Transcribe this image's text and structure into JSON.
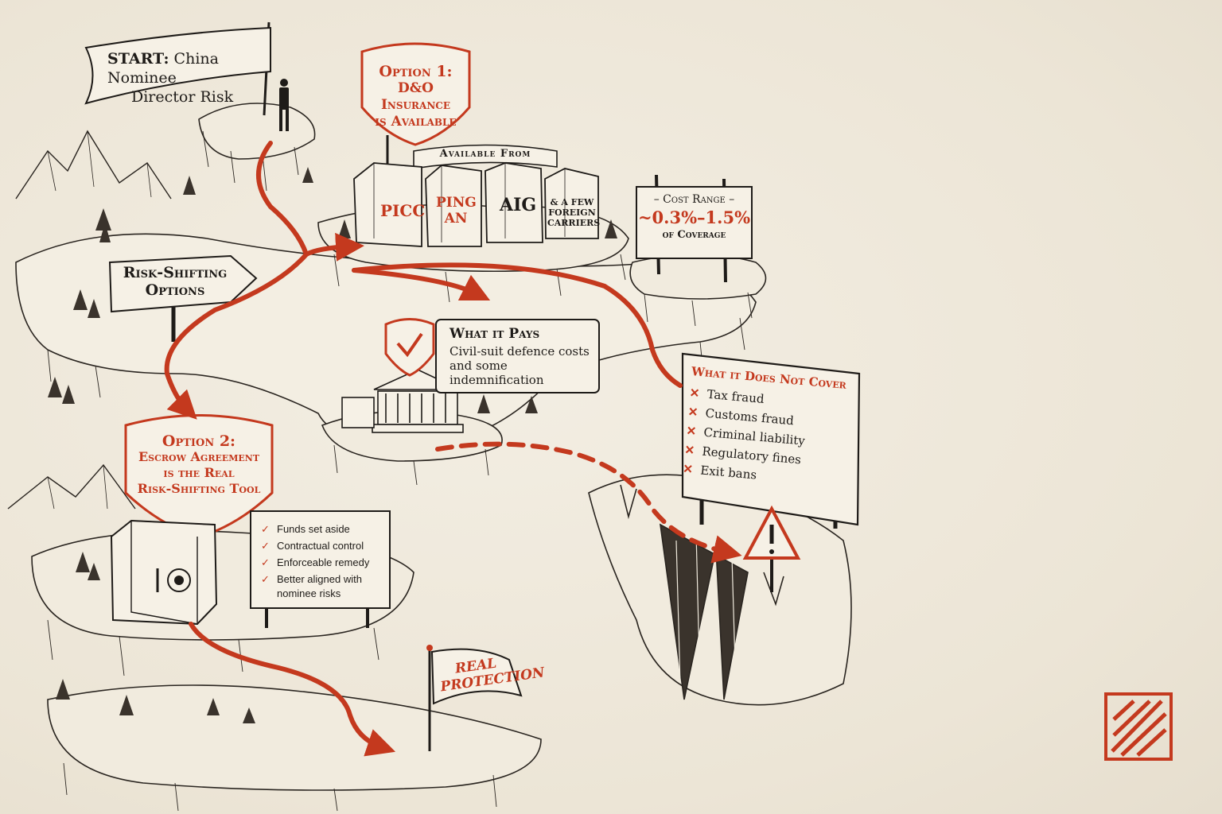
{
  "start": {
    "prefix": "START:",
    "line1": "China Nominee",
    "line2": "Director Risk"
  },
  "signpost": {
    "line1": "Risk-Shifting",
    "line2": "Options"
  },
  "option1": {
    "line1": "Option 1:",
    "line2": "D&O Insurance",
    "line3": "is Available"
  },
  "available_from": "Available From",
  "carriers": [
    "PICC",
    "Ping",
    "An",
    "AIG",
    "& a Few",
    "Foreign",
    "Carriers"
  ],
  "cost": {
    "title": "Cost Range",
    "value": "~0.3%–1.5%",
    "note": "of Coverage"
  },
  "pays": {
    "title": "What it Pays",
    "line1": "Civil-suit defence costs",
    "line2": "and some indemnification"
  },
  "not_cover": {
    "title": "What it Does Not Cover",
    "items": [
      "Tax fraud",
      "Customs fraud",
      "Criminal liability",
      "Regulatory fines",
      "Exit bans"
    ]
  },
  "option2": {
    "line1": "Option 2:",
    "line2": "Escrow Agreement",
    "line3": "is the Real",
    "line4": "Risk-Shifting Tool"
  },
  "escrow_benefits": [
    "Funds set aside",
    "Contractual control",
    "Enforceable remedy",
    "Better aligned with",
    "nominee risks"
  ],
  "real_protection": {
    "line1": "Real",
    "line2": "Protection"
  },
  "colors": {
    "accent": "#c4391e",
    "ink": "#1e1b18",
    "paper": "#efe9dc"
  }
}
